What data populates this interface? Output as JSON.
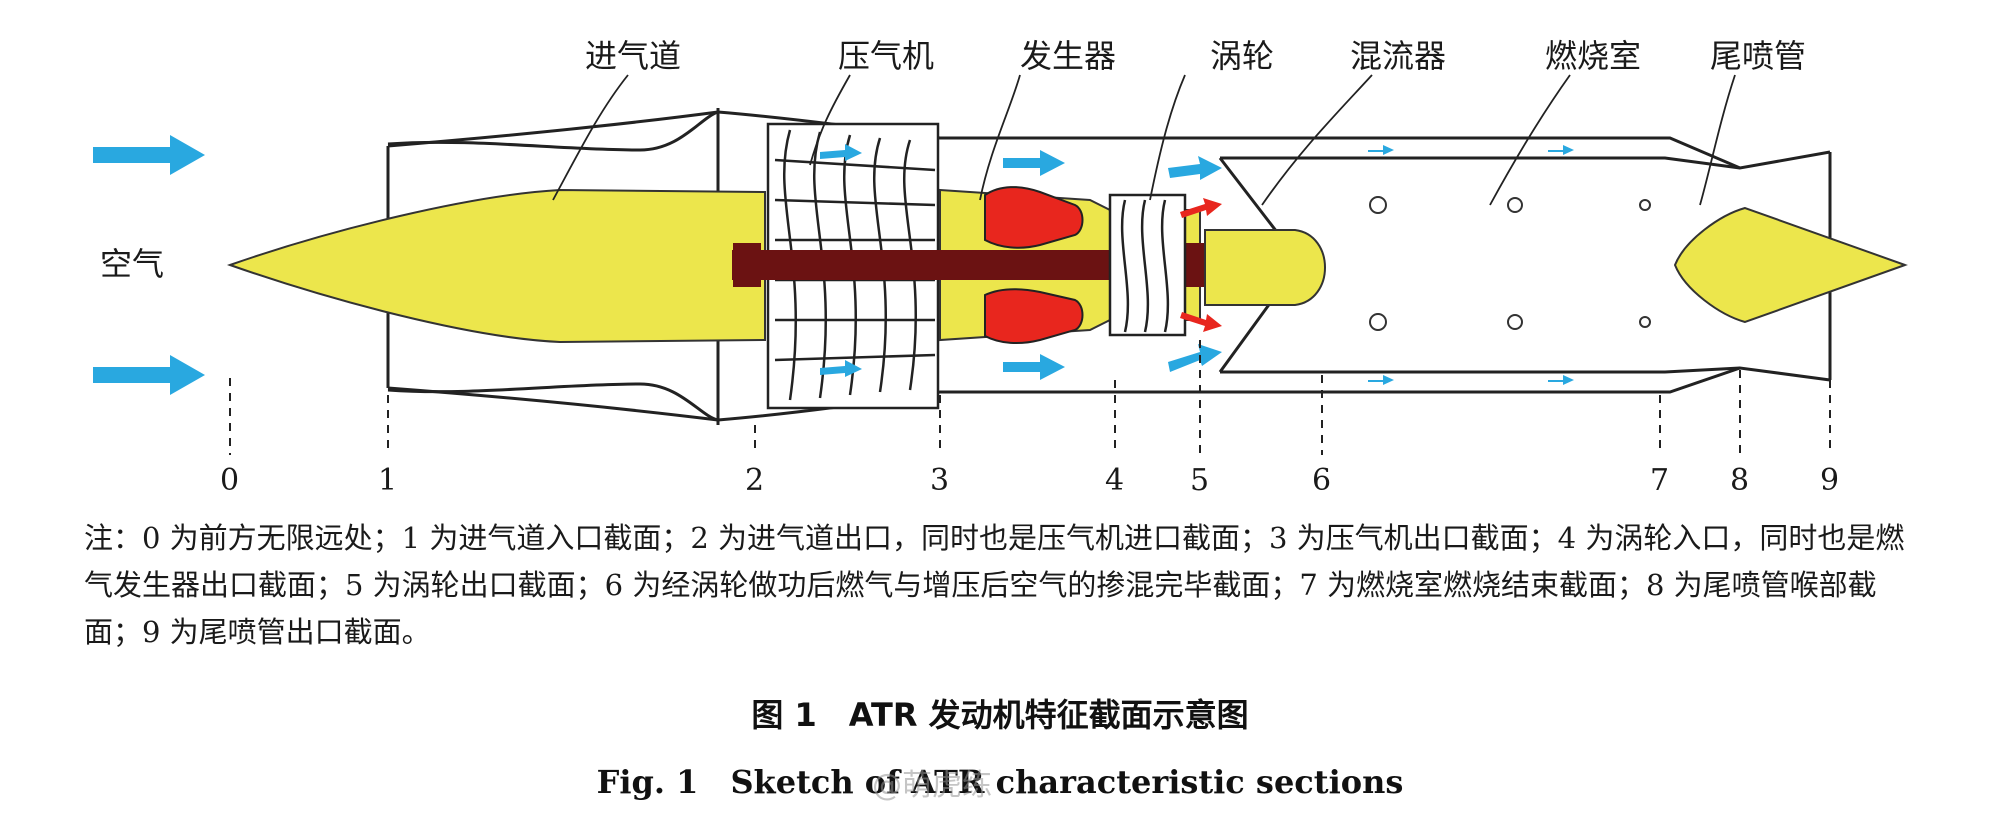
{
  "diagram": {
    "labels": {
      "inlet": "进气道",
      "compressor": "压气机",
      "generator": "发生器",
      "turbine": "涡轮",
      "mixer": "混流器",
      "combustor": "燃烧室",
      "nozzle": "尾喷管",
      "air": "空气"
    },
    "sections": [
      "0",
      "1",
      "2",
      "3",
      "4",
      "5",
      "6",
      "7",
      "8",
      "9"
    ],
    "colors": {
      "air_arrow": "#29a8e0",
      "gas_arrow": "#e8261e",
      "body_fill": "#ece64c",
      "shaft": "#6b1212",
      "generator": "#e8261e"
    }
  },
  "note": "注：0 为前方无限远处；1 为进气道入口截面；2 为进气道出口，同时也是压气机进口截面；3 为压气机出口截面；4 为涡轮入口，同时也是燃气发生器出口截面；5 为涡轮出口截面；6 为经涡轮做功后燃气与增压后空气的掺混完毕截面；7 为燃烧室燃烧结束截面；8 为尾喷管喉部截面；9 为尾喷管出口截面。",
  "caption_cn": "图 1　ATR 发动机特征截面示意图",
  "caption_en": "Fig. 1　Sketch of ATR characteristic sections",
  "watermark": "@萌虎练"
}
